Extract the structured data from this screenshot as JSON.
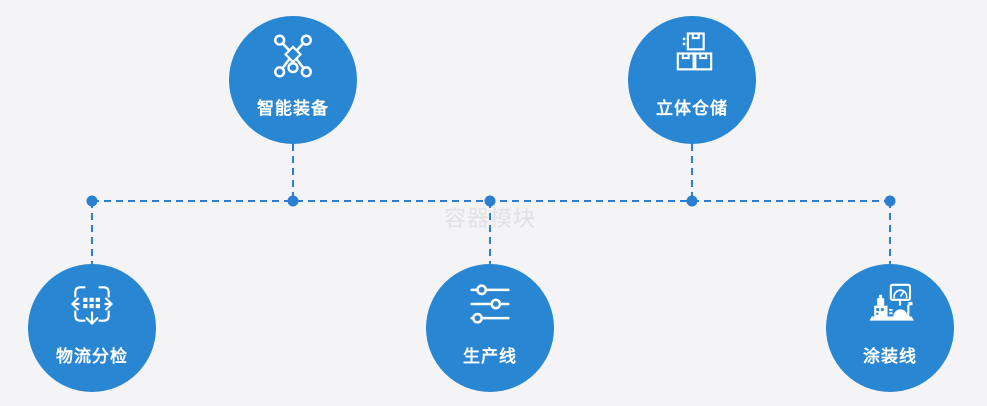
{
  "watermark": "容器模块",
  "colors": {
    "accent": "#2886d3",
    "line": "#2b7fd3",
    "background": "#f4f4f6",
    "watermark": "#e2e2e5",
    "label": "#ffffff"
  },
  "nodes": [
    {
      "id": "smart-equipment",
      "label": "智能装备",
      "icon": "network-icon"
    },
    {
      "id": "stereo-warehouse",
      "label": "立体仓储",
      "icon": "boxes-icon"
    },
    {
      "id": "logistics-sorting",
      "label": "物流分检",
      "icon": "cross-arrows-icon"
    },
    {
      "id": "production-line",
      "label": "生产线",
      "icon": "sliders-icon"
    },
    {
      "id": "painting-line",
      "label": "涂装线",
      "icon": "console-icon"
    }
  ]
}
